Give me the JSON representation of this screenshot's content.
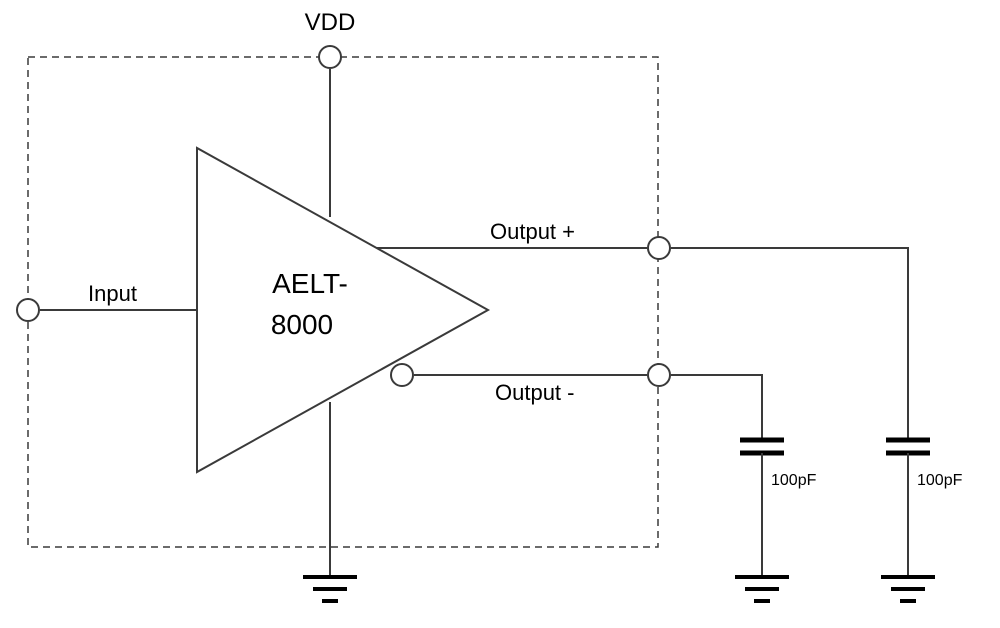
{
  "labels": {
    "vdd": "VDD",
    "input": "Input",
    "output_plus": "Output +",
    "output_minus": "Output -",
    "amp_line1": "AELT-",
    "amp_line2": "8000",
    "cap1": "100pF",
    "cap2": "100pF"
  }
}
